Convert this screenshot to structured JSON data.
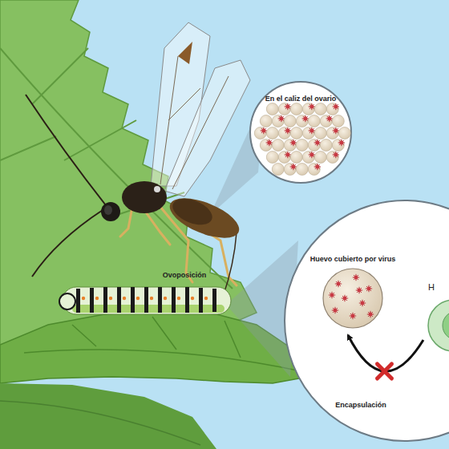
{
  "diagram": {
    "nodes": [
      {
        "text": [
          "En el caliz del ovario"
        ]
      },
      {
        "text": [
          "Huevo cubierto por virus"
        ]
      },
      {
        "text": [
          "H"
        ]
      }
    ],
    "edges": [
      {
        "from": 2,
        "to": 1,
        "arrow": "to",
        "label": "Encapsulación"
      }
    ],
    "labels": [
      "Ovoposición"
    ]
  }
}
